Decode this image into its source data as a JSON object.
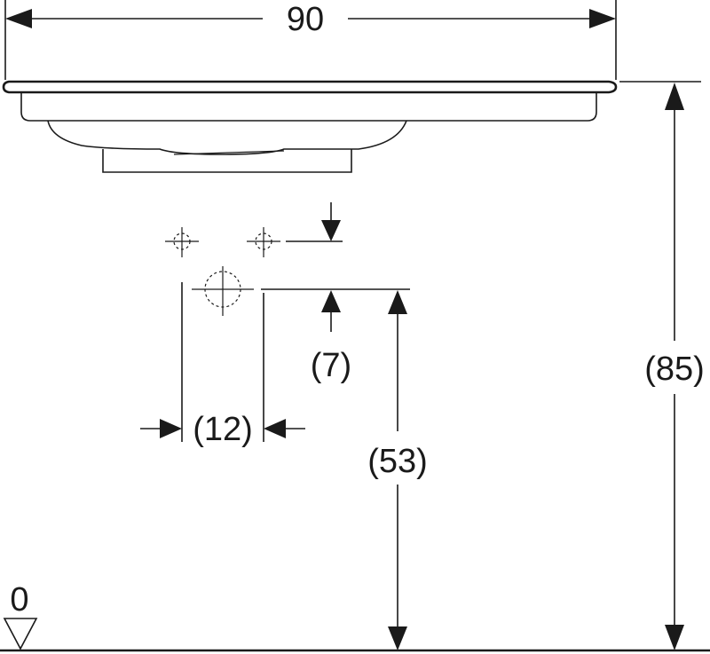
{
  "dimensions": {
    "width_total": "90",
    "height_total": "(85)",
    "height_drain": "(53)",
    "offset_vertical": "(7)",
    "spacing_horizontal": "(12)",
    "floor_level": "0"
  }
}
